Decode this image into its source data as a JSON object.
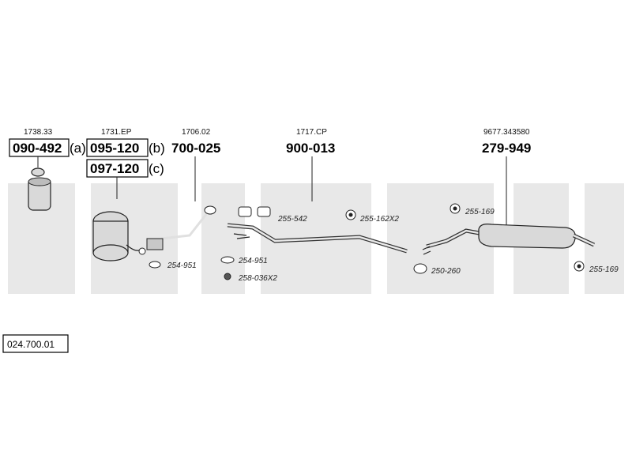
{
  "diagram_number": "024.700.01",
  "sections": [
    {
      "ref": "1738.33",
      "part_number": "090-492",
      "variant": "(a)"
    },
    {
      "ref": "1731.EP",
      "part_number": "095-120",
      "variant": "(b)"
    },
    {
      "part_number": "097-120",
      "variant": "(c)"
    },
    {
      "ref": "1706.02",
      "part_number": "700-025"
    },
    {
      "ref": "1717.CP",
      "part_number": "900-013"
    },
    {
      "ref": "9677.343580",
      "part_number": "279-949"
    }
  ],
  "fittings": [
    {
      "label": "254-951"
    },
    {
      "label": "254-951"
    },
    {
      "label": "258-036X2"
    },
    {
      "label": "255-542"
    },
    {
      "label": "255-162X2"
    },
    {
      "label": "255-169"
    },
    {
      "label": "250-260"
    },
    {
      "label": "255-169"
    }
  ]
}
